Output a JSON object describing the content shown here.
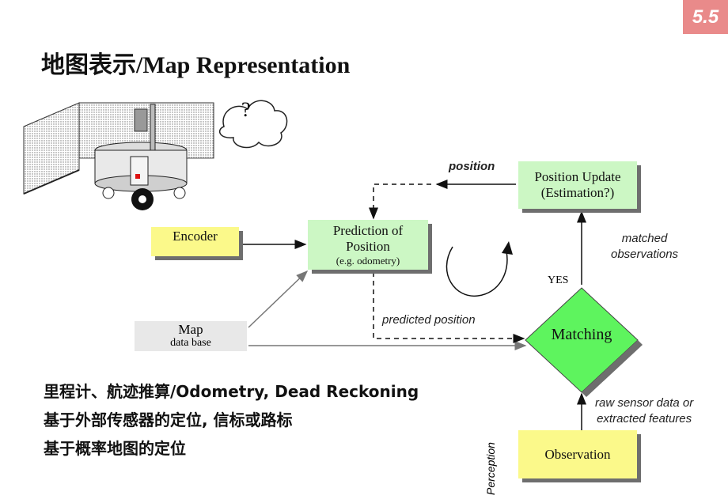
{
  "badge": "5.5",
  "title": "地图表示/Map Representation",
  "robot_thought": "?",
  "boxes": {
    "encoder": "Encoder",
    "prediction_line1": "Prediction of",
    "prediction_line2": "Position",
    "prediction_sub": "(e.g. odometry)",
    "update_line1": "Position Update",
    "update_line2": "(Estimation?)",
    "observation": "Observation",
    "map_line1": "Map",
    "map_line2": "data base",
    "matching": "Matching"
  },
  "labels": {
    "position": "position",
    "matched_line1": "matched",
    "matched_line2": "observations",
    "predicted_position": "predicted position",
    "raw_line1": "raw sensor data or",
    "raw_line2": "extracted features",
    "yes": "YES",
    "perception": "Perception"
  },
  "bullets": {
    "line1": "里程计、航迹推算/Odometry, Dead Reckoning",
    "line2": "基于外部传感器的定位, 信标或路标",
    "line3": "基于概率地图的定位"
  },
  "colors": {
    "badge": "#e98a8a",
    "yellow_box": "#fbf98a",
    "green_box": "#ccf7c4",
    "diamond": "#5ef45e"
  }
}
